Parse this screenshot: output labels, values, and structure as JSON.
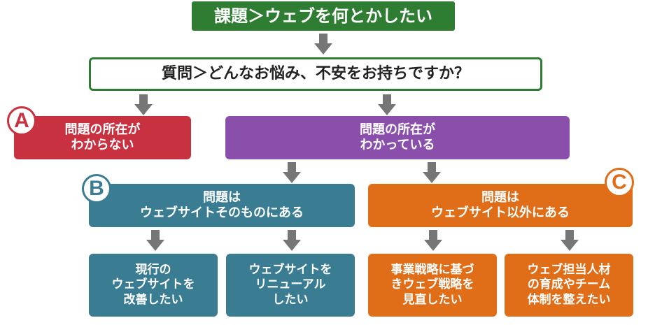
{
  "title": {
    "text": "課題＞ウェブを何とかしたい"
  },
  "question": {
    "text": "質問＞どんなお悩み、不安をお持ちですか？"
  },
  "node_a": {
    "badge": "A",
    "line1": "問題の所在が",
    "line2": "わからない"
  },
  "node_known": {
    "line1": "問題の所在が",
    "line2": "わかっている"
  },
  "node_b": {
    "badge": "B",
    "line1": "問題は",
    "line2": "ウェブサイトそのものにある"
  },
  "node_c": {
    "badge": "C",
    "line1": "問題は",
    "line2": "ウェブサイト以外にある"
  },
  "leaf_b1": {
    "line1": "現行の",
    "line2": "ウェブサイトを",
    "line3": "改善したい"
  },
  "leaf_b2": {
    "line1": "ウェブサイトを",
    "line2": "リニューアル",
    "line3": "したい"
  },
  "leaf_c1": {
    "line1": "事業戦略に基づ",
    "line2": "きウェブ戦略を",
    "line3": "見直したい"
  },
  "leaf_c2": {
    "line1": "ウェブ担当人材",
    "line2": "の育成やチーム",
    "line3": "体制を整えたい"
  },
  "colors": {
    "green": "#2e7d32",
    "red": "#c83140",
    "purple": "#8a4fab",
    "teal": "#3a7d93",
    "orange": "#e06e18",
    "arrow": "#767676"
  }
}
